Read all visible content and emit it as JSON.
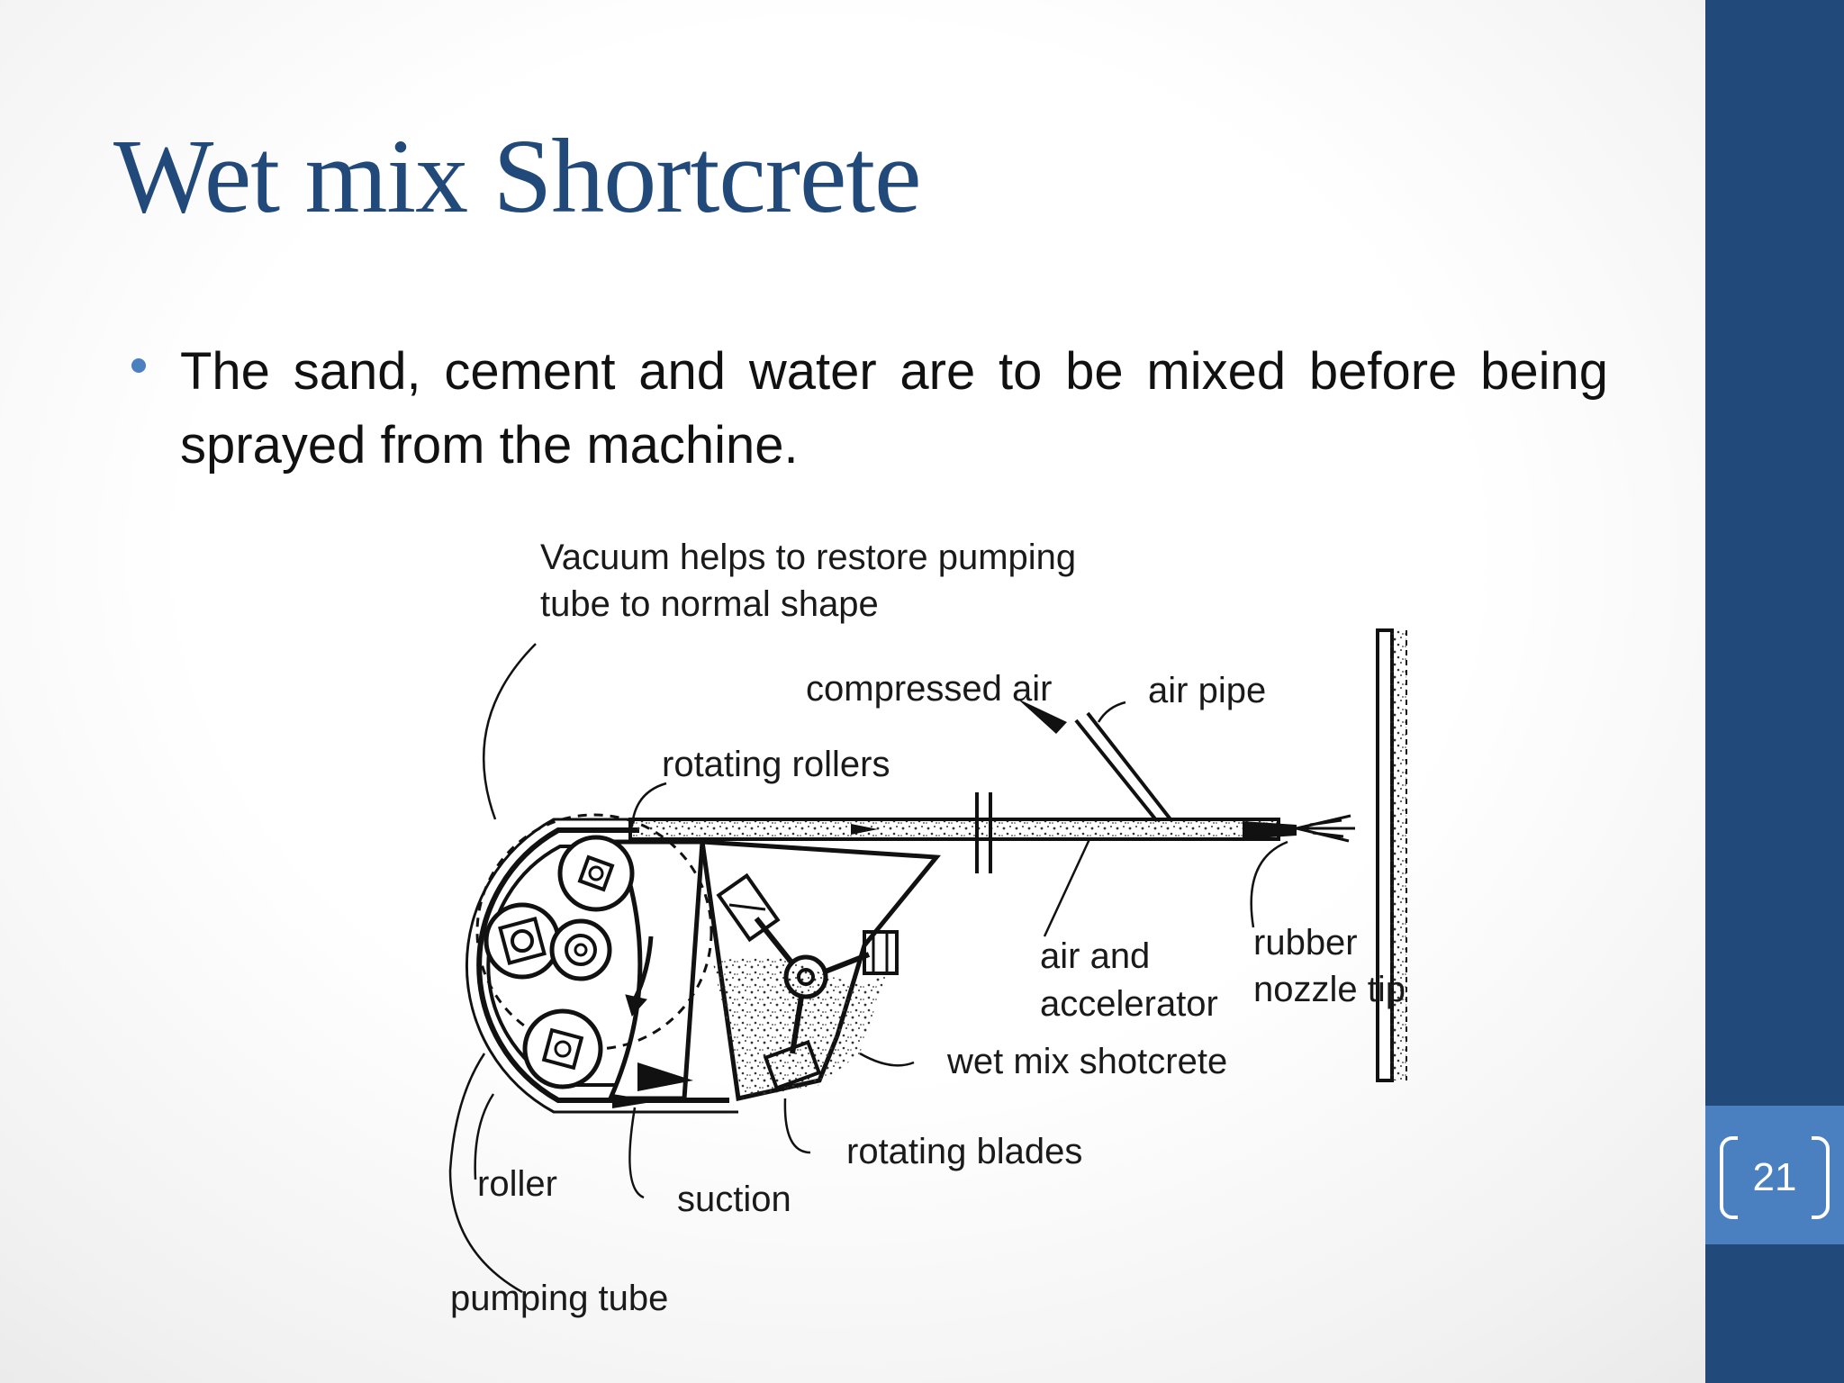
{
  "slide": {
    "title": "Wet mix Shortcrete",
    "bullet": "The sand, cement and water are to be mixed before being sprayed from the machine.",
    "page_number": "21"
  },
  "diagram": {
    "labels": {
      "vacuum_line1": "Vacuum helps to restore pumping",
      "vacuum_line2": "tube to normal shape",
      "compressed_air": "compressed air",
      "air_pipe": "air pipe",
      "rotating_rollers": "rotating rollers",
      "air_and": "air and",
      "accelerator": "accelerator",
      "rubber": "rubber",
      "nozzle_tip": "nozzle tip",
      "wet_mix_shotcrete": "wet mix shotcrete",
      "rotating_blades": "rotating blades",
      "roller": "roller",
      "suction": "suction",
      "pumping_tube": "pumping tube"
    }
  },
  "colors": {
    "accent_dark": "#21497a",
    "accent_light": "#4a7fc0"
  }
}
